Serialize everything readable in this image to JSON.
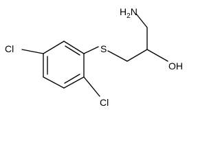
{
  "molecule": {
    "atoms": {
      "amine": {
        "element": "H",
        "subscript": "2",
        "suffix": "N"
      },
      "hydroxyl": "OH",
      "sulfur": "S",
      "chlorine_left": "Cl",
      "chlorine_bottom": "Cl"
    },
    "colors": {
      "bond": "#000000",
      "text": "#000000",
      "background": "#ffffff"
    }
  }
}
